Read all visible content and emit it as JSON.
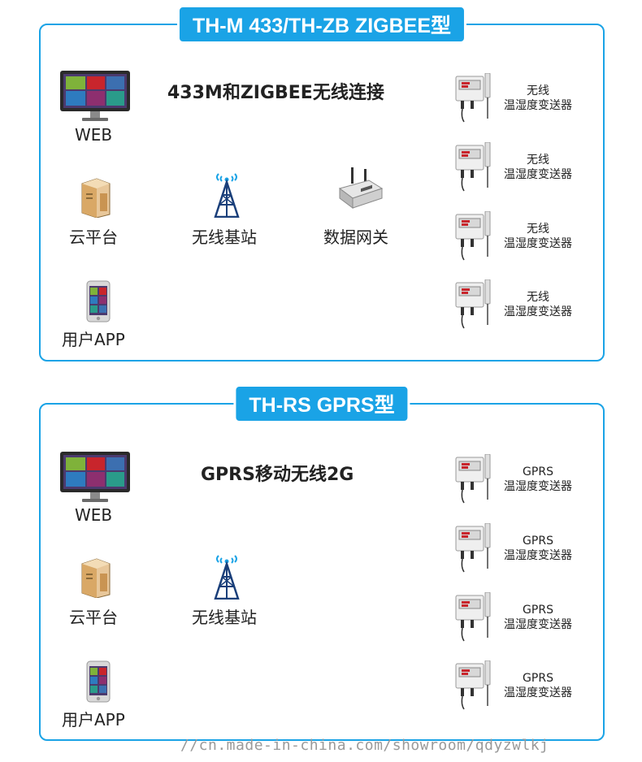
{
  "panels": [
    {
      "title": "TH-M 433/TH-ZB ZIGBEE型",
      "connection": "433M和ZIGBEE无线连接",
      "web_label": "WEB",
      "cloud_label": "云平台",
      "app_label": "用户APP",
      "station_label": "无线基站",
      "gateway_label": "数据网关",
      "devices": [
        {
          "line1": "无线",
          "line2": "温湿度变送器"
        },
        {
          "line1": "无线",
          "line2": "温湿度变送器"
        },
        {
          "line1": "无线",
          "line2": "温湿度变送器"
        },
        {
          "line1": "无线",
          "line2": "温湿度变送器"
        }
      ]
    },
    {
      "title": "TH-RS GPRS型",
      "connection": "GPRS移动无线2G",
      "web_label": "WEB",
      "cloud_label": "云平台",
      "app_label": "用户APP",
      "station_label": "无线基站",
      "devices": [
        {
          "line1": "GPRS",
          "line2": "温湿度变送器"
        },
        {
          "line1": "GPRS",
          "line2": "温湿度变送器"
        },
        {
          "line1": "GPRS",
          "line2": "温湿度变送器"
        },
        {
          "line1": "GPRS",
          "line2": "温湿度变送器"
        }
      ]
    }
  ],
  "watermark": "//cn.made-in-china.com/showroom/qdyzwlkj",
  "colors": {
    "accent": "#1aa3e6"
  }
}
